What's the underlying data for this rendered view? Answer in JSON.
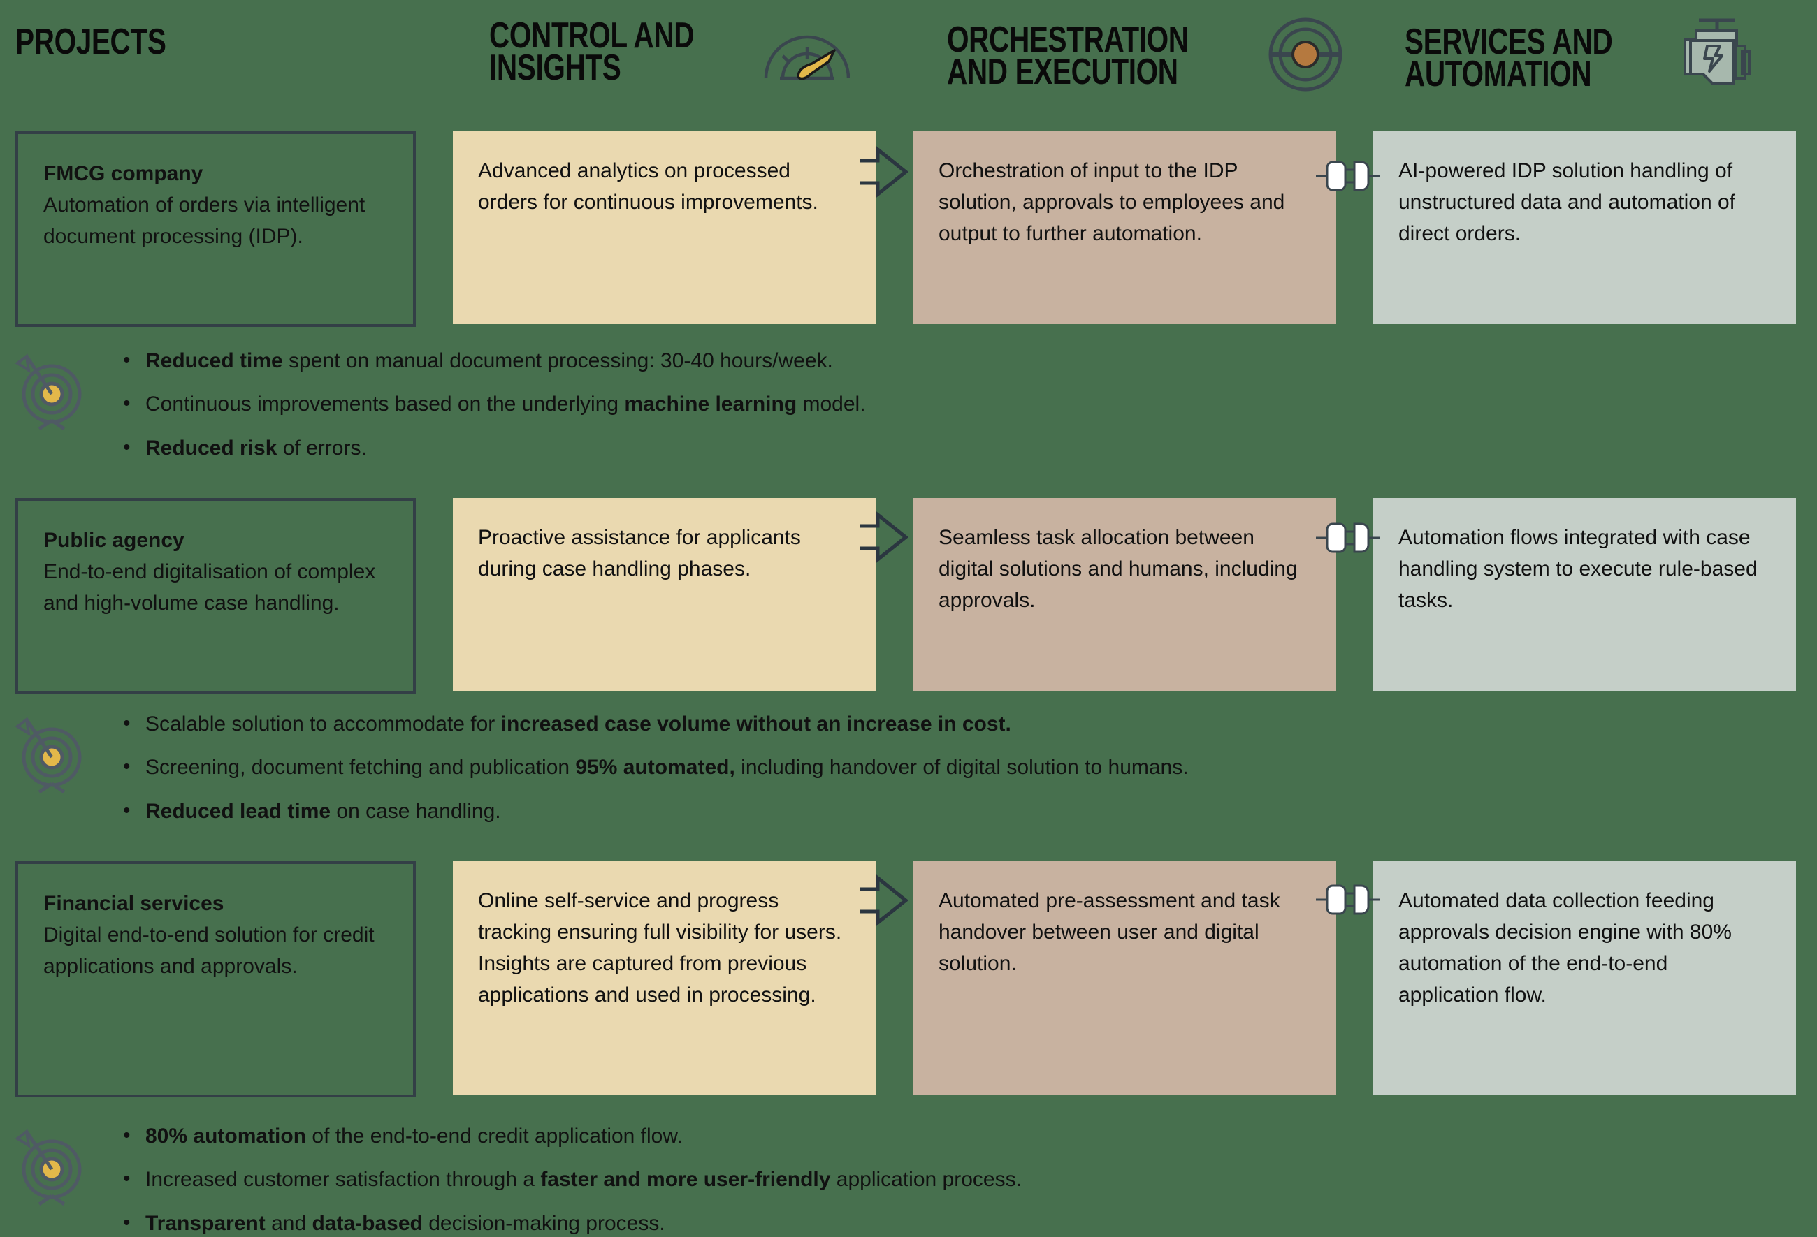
{
  "theme": {
    "background": "#47704e",
    "box_border": "#333f46",
    "control_fill": "#ead9b0",
    "orchestration_fill": "#c8b2a0",
    "services_fill": "#c5cfc8",
    "accent_yellow": "#e3b84a",
    "accent_brown": "#b5793f",
    "ink": "#333f46"
  },
  "columns": [
    {
      "title": "PROJECTS",
      "icon": ""
    },
    {
      "title": "CONTROL AND\nINSIGHTS",
      "icon": "gauge-icon"
    },
    {
      "title": "ORCHESTRATION\nAND EXECUTION",
      "icon": "steering-wheel-icon"
    },
    {
      "title": "SERVICES AND\nAUTOMATION",
      "icon": "robot-machine-icon"
    }
  ],
  "rows": [
    {
      "project": {
        "title": "FMCG company",
        "body": "Automation of orders via intelligent document processing (IDP)."
      },
      "control": "Advanced analytics on processed orders for continuous improvements.",
      "orchestration": "Orchestration of input to the IDP solution, approvals to employees and output to further automation.",
      "services": "AI-powered IDP solution handling of unstructured data and automation of direct orders.",
      "connector_1": "double-chevron-arrow-icon",
      "connector_2": "plug-socket-icon",
      "benefits": [
        {
          "strong": "Reduced time",
          "rest": " spent on manual document processing: 30-40 hours/week."
        },
        {
          "strong": "",
          "rest": "Continuous improvements based on the underlying ",
          "strong2": "machine learning",
          "rest2": " model."
        },
        {
          "strong": "Reduced risk",
          "rest": " of errors."
        }
      ]
    },
    {
      "project": {
        "title": "Public agency",
        "body": "End-to-end digitalisation of complex and high-volume case handling."
      },
      "control": "Proactive assistance for applicants during case handling phases.",
      "orchestration": "Seamless task allocation between digital solutions and humans, including approvals.",
      "services": "Automation flows integrated with case handling system to execute rule-based tasks.",
      "connector_1": "double-chevron-arrow-icon",
      "connector_2": "plug-socket-icon",
      "benefits": [
        {
          "strong": "",
          "rest": "Scalable solution to accommodate for ",
          "strong2": "increased case volume without an increase in cost.",
          "rest2": ""
        },
        {
          "strong": "",
          "rest": "Screening, document fetching and publication ",
          "strong2": "95% automated,",
          "rest2": " including handover of digital solution to humans."
        },
        {
          "strong": "Reduced lead time",
          "rest": " on case handling."
        }
      ]
    },
    {
      "project": {
        "title": "Financial services",
        "body": "Digital end-to-end solution for credit applications and approvals."
      },
      "control": "Online self-service and progress tracking ensuring full visibility for users. Insights are captured from previous applications and used in processing.",
      "orchestration": "Automated pre-assessment and task handover between user and digital solution.",
      "services": "Automated data collection feeding approvals decision engine with 80% automation of the end-to-end application flow.",
      "connector_1": "double-chevron-arrow-icon",
      "connector_2": "plug-socket-icon",
      "benefits": [
        {
          "strong": "80% automation",
          "rest": " of the end-to-end credit application flow."
        },
        {
          "strong": "",
          "rest": "Increased customer satisfaction through a ",
          "strong2": "faster and more user-friendly",
          "rest2": " application process."
        },
        {
          "strong": "Transparent",
          "rest": " and ",
          "strong2": "data-based",
          "rest2": " decision-making process."
        }
      ]
    }
  ],
  "benefit_icon": "target-bullseye-arrow-icon"
}
